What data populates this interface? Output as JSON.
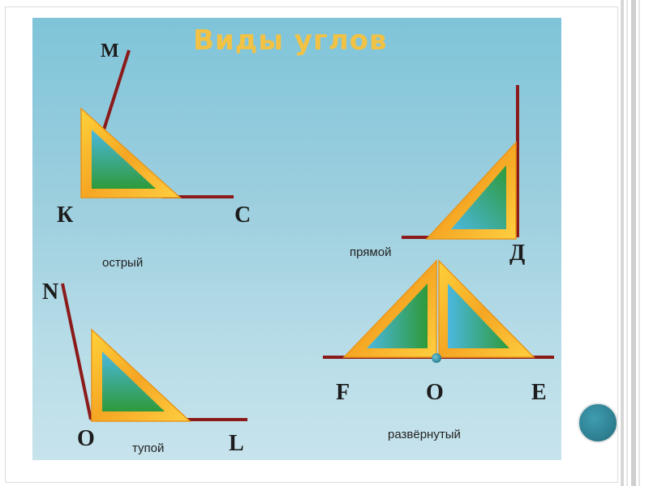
{
  "slide": {
    "title": "Виды углов"
  },
  "angles": {
    "acute": {
      "caption": "острый",
      "vertex_labels": {
        "top": "М",
        "vertex": "К",
        "end": "С"
      }
    },
    "right": {
      "caption": "прямой",
      "vertex_labels": {
        "vertex": "Д"
      }
    },
    "obtuse": {
      "caption": "тупой",
      "vertex_labels": {
        "top": "N",
        "vertex": "О",
        "end": "L"
      }
    },
    "straight": {
      "caption": "развёрнутый",
      "vertex_labels": {
        "left": "F",
        "vertex": "O",
        "right": "E"
      }
    }
  },
  "colors": {
    "ray": "#8b1a1a",
    "triangle_outer": "#f5a623",
    "triangle_inner_top": "#4bb8e0",
    "triangle_inner_bottom": "#2e9a3a",
    "title": "#f2c244",
    "nav_button": "#2f8193"
  },
  "icons": {
    "nav_button": "circle-nav-icon"
  }
}
